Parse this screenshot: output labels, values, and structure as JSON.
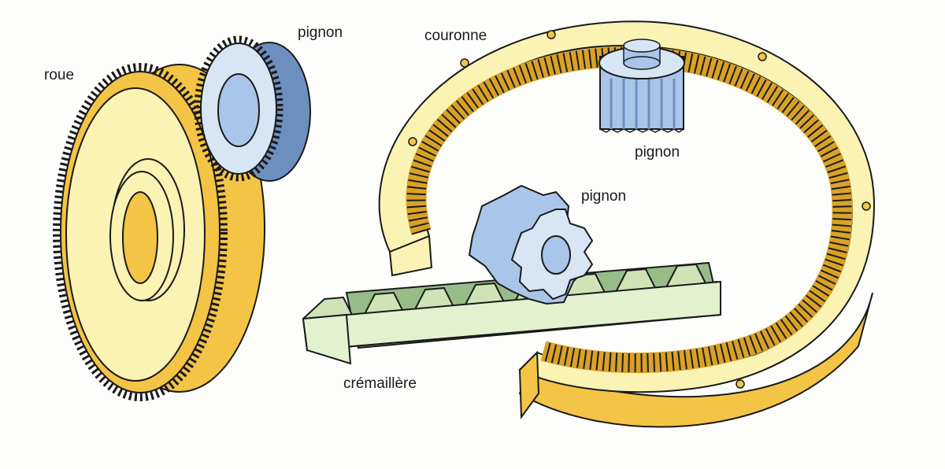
{
  "labels": {
    "wheel": "roue",
    "pinion_top": "pignon",
    "ring": "couronne",
    "pinion_inner": "pignon",
    "pinion_rack": "pignon",
    "rack": "crémaillère"
  },
  "colors": {
    "yellow_face": "#fbf3b4",
    "yellow_rim": "#f3c445",
    "yellow_dark": "#d9a227",
    "blue_face": "#d7e6f5",
    "blue_hub": "#a9c6ea",
    "blue_dark": "#6d8fc0",
    "green_face": "#e4f1cf",
    "green_dark": "#98bb8a",
    "outline": "#1a1a1a"
  }
}
